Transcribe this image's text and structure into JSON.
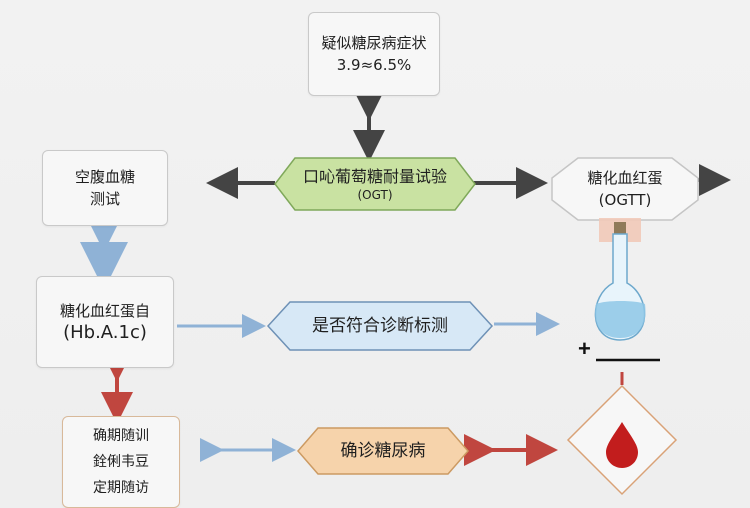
{
  "nodes": {
    "suspected_symptoms": {
      "line1": "疑似糖尿病症状",
      "line2": "3.9≈6.5%"
    },
    "fasting_glucose": {
      "line1": "空腹血糖",
      "line2": "测试"
    },
    "ogtt": {
      "line1": "口吣葡萄糖耐量试验",
      "line2": "(OGT)"
    },
    "hba1c_right": {
      "line1": "糖化血红蛋",
      "line2": "(OGTT)"
    },
    "hba1c_left": {
      "line1": "糖化血红蛋自",
      "line2": "(Hb.A.1c)"
    },
    "criteria": {
      "label": "是否符合诊断标测"
    },
    "followup": {
      "line1": "确期随训",
      "line2": "銓俐韦豆",
      "line3": "定期随访"
    },
    "diagnosis": {
      "label": "确诊糖尿病"
    }
  },
  "plus_sign": "+",
  "colors": {
    "ogtt_fill": "#c9e2a2",
    "ogtt_border": "#7fa85a",
    "criteria_fill": "#d7e8f6",
    "criteria_border": "#6e91b6",
    "diagnosis_fill": "#f6d3ab",
    "diagnosis_border": "#cc9a62",
    "blue_arrow": "#8fb2d6",
    "red_arrow": "#c0463f",
    "dark_arrow": "#444444",
    "flask": "#8ec7e6",
    "blood_drop": "#c21d1d"
  },
  "icons": [
    "flask-icon",
    "blood-drop-icon"
  ]
}
